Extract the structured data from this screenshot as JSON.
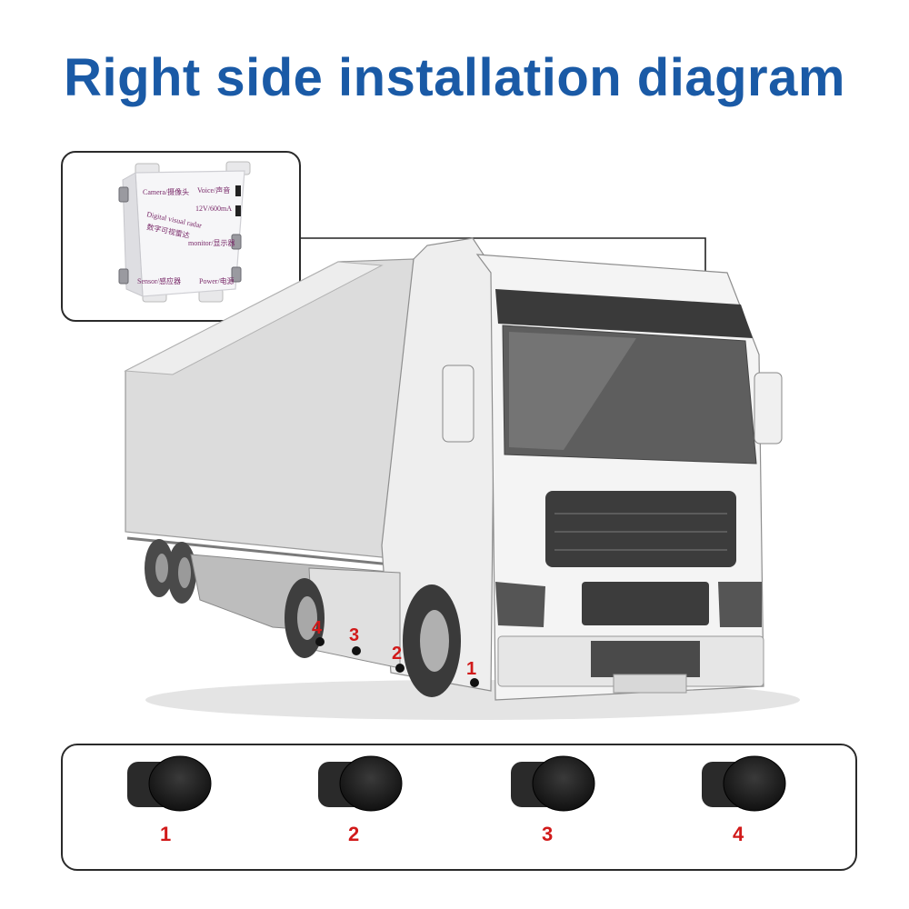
{
  "title": "Right side installation diagram",
  "control_box": {
    "labels": {
      "camera": "Camera/摄像头",
      "voice": "Voice/声音",
      "power_rating": "12V/600mA",
      "brand_line1": "Digital visual radar",
      "brand_line2": "数字可视雷达",
      "monitor": "monitor/显示器",
      "sensor": "Sensor/感应器",
      "power": "Power/电源"
    }
  },
  "truck_points": [
    {
      "label": "4"
    },
    {
      "label": "3"
    },
    {
      "label": "2"
    },
    {
      "label": "1"
    }
  ],
  "sensors": [
    {
      "label": "1"
    },
    {
      "label": "2"
    },
    {
      "label": "3"
    },
    {
      "label": "4"
    }
  ],
  "colors": {
    "title": "#1a5aa6",
    "marker_label": "#d11a1a",
    "box_text": "#7a2b6a"
  }
}
